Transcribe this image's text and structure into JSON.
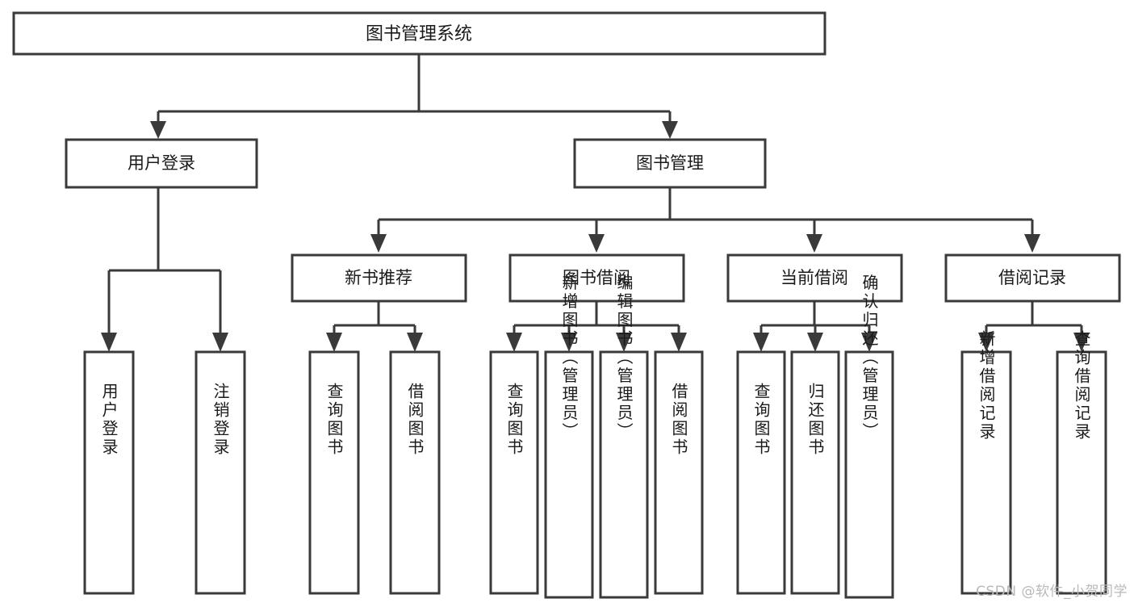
{
  "diagram": {
    "title": "图书管理系统",
    "type": "tree",
    "watermark": "CSDN @软件_小贺同学",
    "colors": {
      "box_stroke": "#3a3a3a",
      "box_fill": "#ffffff",
      "edge": "#3a3a3a",
      "text": "#1a1a1a",
      "watermark": "#b9b9b9",
      "background": "#ffffff"
    },
    "root": {
      "label": "图书管理系统"
    },
    "level2": [
      {
        "label": "用户登录"
      },
      {
        "label": "图书管理"
      }
    ],
    "level3": [
      {
        "label": "新书推荐"
      },
      {
        "label": "图书借阅"
      },
      {
        "label": "当前借阅"
      },
      {
        "label": "借阅记录"
      }
    ],
    "leaves": {
      "user_login": [
        {
          "label": "用户登录"
        },
        {
          "label": "注销登录"
        }
      ],
      "new_book": [
        {
          "label": "查询图书"
        },
        {
          "label": "借阅图书"
        }
      ],
      "book_borrow": [
        {
          "label": "查询图书"
        },
        {
          "label": "新增图书（管理员）"
        },
        {
          "label": "编辑图书（管理员）"
        },
        {
          "label": "借阅图书"
        }
      ],
      "current_borrow": [
        {
          "label": "查询图书"
        },
        {
          "label": "归还图书"
        },
        {
          "label": "确认归还（管理员）"
        }
      ],
      "borrow_record": [
        {
          "label": "新增借阅记录"
        },
        {
          "label": "查询借阅记录"
        }
      ]
    }
  }
}
